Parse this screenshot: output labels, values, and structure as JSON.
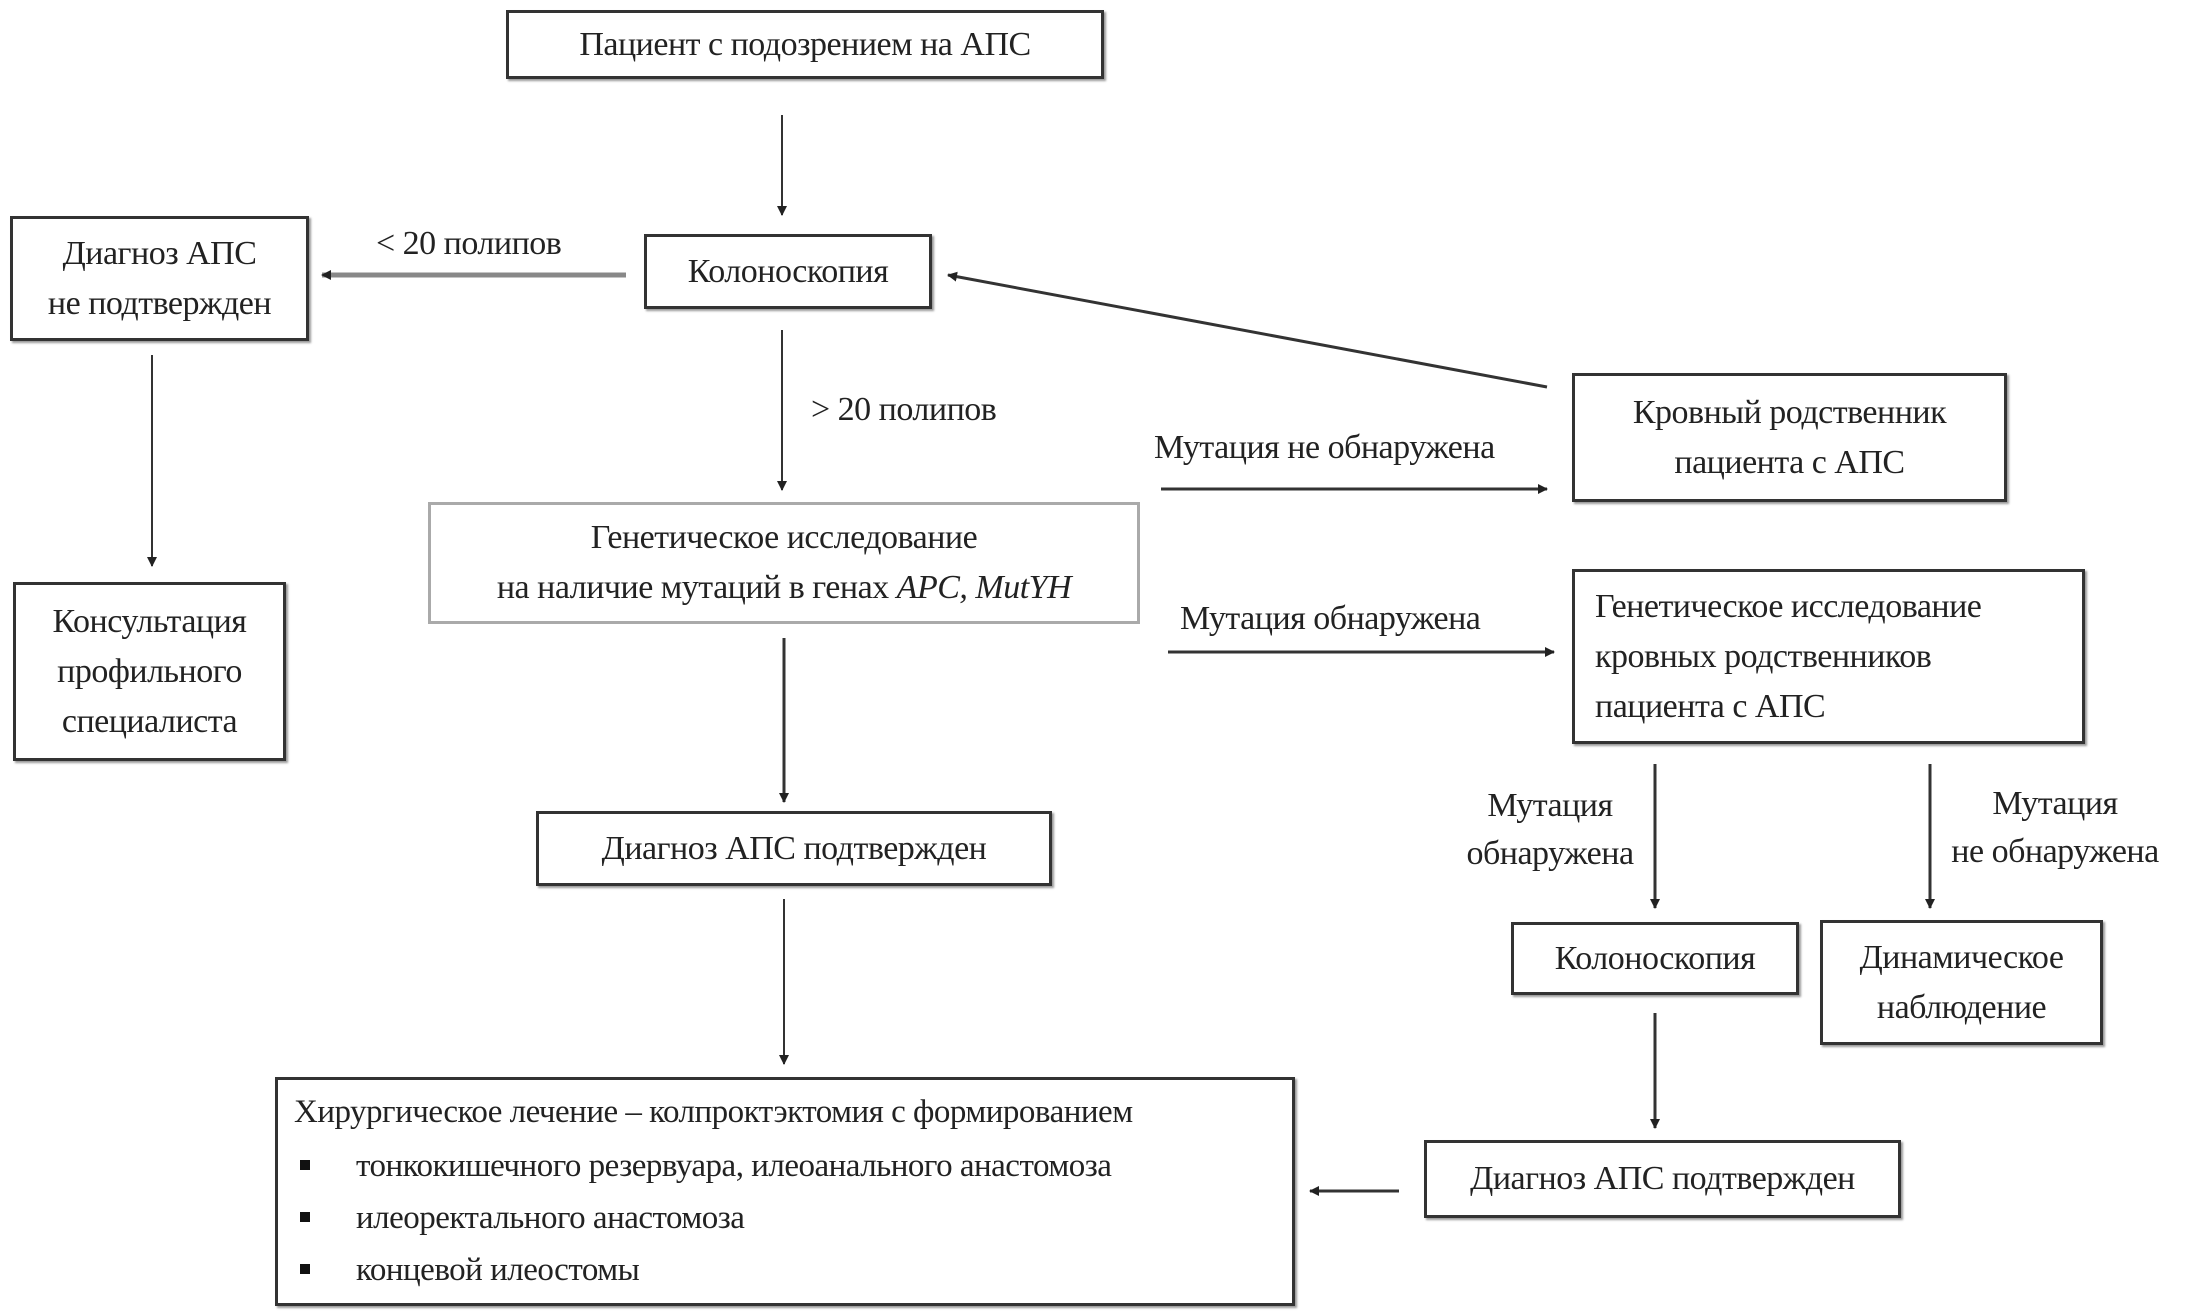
{
  "nodes": {
    "suspected_patient": "Пациент  с подозрением на АПС",
    "colonoscopy_main": "Колоноскопия",
    "diagnosis_not_confirmed": [
      "Диагноз АПС",
      "не подтвержден"
    ],
    "specialist_consultation": [
      "Консультация",
      "профильного",
      "специалиста"
    ],
    "genetic_test": {
      "line1": "Генетическое исследование",
      "line2_prefix": "на наличие мутаций в генах ",
      "genes": "APC, MutYH"
    },
    "blood_relative": [
      "Кровный родственник",
      "пациента  с АПС"
    ],
    "relatives_genetic_test": [
      "Генетическое исследование",
      "кровных родственников",
      "пациента  с АПС"
    ],
    "diagnosis_confirmed_main": "Диагноз АПС подтвержден",
    "colonoscopy_relative": "Колоноскопия",
    "dynamic_observation": [
      "Динамическое",
      "наблюдение"
    ],
    "diagnosis_confirmed_relative": "Диагноз АПС подтвержден",
    "surgical_treatment": {
      "title": "Хирургическое лечение – колпроктэктомия с формированием",
      "options": [
        "тонкокишечного резервуара, илеоанального анастомоза",
        "илеоректального анастомоза",
        "концевой илеостомы"
      ]
    }
  },
  "edge_labels": {
    "less_than_20": "< 20 полипов",
    "more_than_20": "> 20 полипов",
    "mutation_not_found": "Мутация  не обнаружена",
    "mutation_found": "Мутация  обнаружена",
    "relative_mutation_found": [
      "Мутация",
      "обнаружена"
    ],
    "relative_mutation_not_found": [
      "Мутация",
      "не обнаружена"
    ]
  }
}
